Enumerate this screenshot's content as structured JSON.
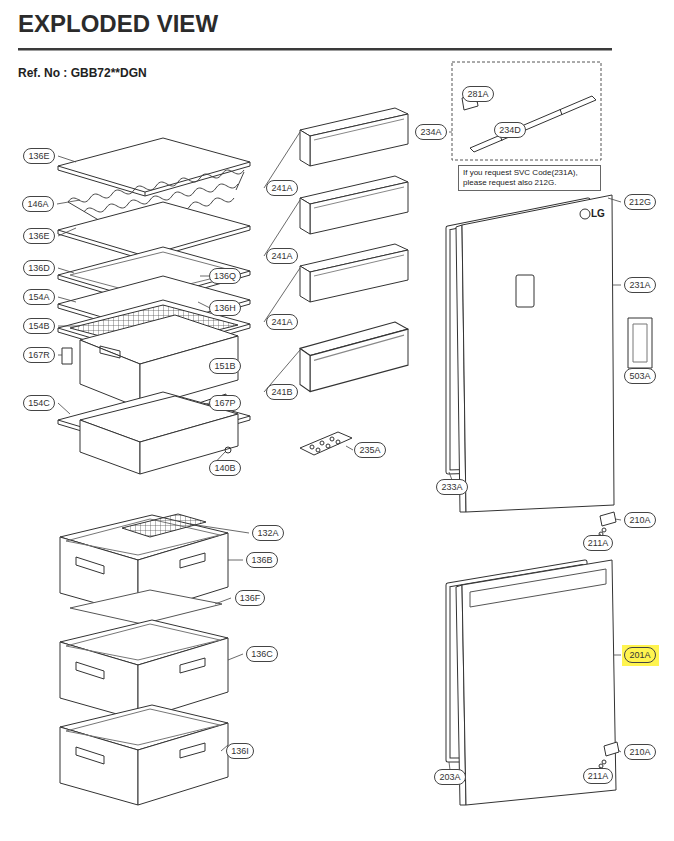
{
  "diagram": {
    "title": "EXPLODED VIEW",
    "nodes": [
      {
        "text": [
          "281A"
        ]
      },
      {
        "text": [
          "234A"
        ]
      },
      {
        "text": [
          "234D"
        ]
      },
      {
        "text": [
          "136E"
        ]
      },
      {
        "text": [
          "If you request SVC Code(231A), please request also 212G."
        ]
      },
      {
        "text": [
          "241A"
        ]
      },
      {
        "text": [
          "212G"
        ]
      },
      {
        "text": [
          "146A"
        ]
      },
      {
        "text": [
          "136E"
        ]
      },
      {
        "text": [
          "241A"
        ]
      },
      {
        "text": [
          "136D"
        ]
      },
      {
        "text": [
          "136Q"
        ]
      },
      {
        "text": [
          "231A"
        ]
      },
      {
        "text": [
          "154A"
        ]
      },
      {
        "text": [
          "136H"
        ]
      },
      {
        "text": [
          "241A"
        ]
      },
      {
        "text": [
          "154B"
        ]
      },
      {
        "text": [
          "167R"
        ]
      },
      {
        "text": [
          "151B"
        ]
      },
      {
        "text": [
          "503A"
        ]
      },
      {
        "text": [
          "241B"
        ]
      },
      {
        "text": [
          "154C"
        ]
      },
      {
        "text": [
          "167P"
        ]
      },
      {
        "text": [
          "235A"
        ]
      },
      {
        "text": [
          "140B"
        ]
      },
      {
        "text": [
          "233A"
        ]
      },
      {
        "text": [
          "210A"
        ]
      },
      {
        "text": [
          "132A"
        ]
      },
      {
        "text": [
          "211A"
        ]
      },
      {
        "text": [
          "136B"
        ]
      },
      {
        "text": [
          "136F"
        ]
      },
      {
        "text": [
          "201A"
        ]
      },
      {
        "text": [
          "136C"
        ]
      },
      {
        "text": [
          "136I"
        ]
      },
      {
        "text": [
          "210A"
        ]
      },
      {
        "text": [
          "203A"
        ]
      },
      {
        "text": [
          "211A"
        ]
      }
    ],
    "labels": [
      "Ref. No : GBB72**DGN",
      "LG"
    ]
  }
}
